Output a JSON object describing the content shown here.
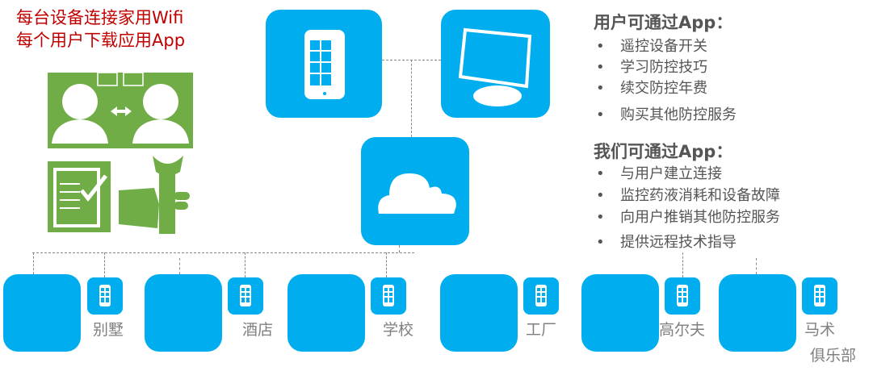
{
  "intro": {
    "line1": "每台设备连接家用Wifi",
    "line2": "每个用户下载应用App",
    "color": "#c00000"
  },
  "accent": "#00aeef",
  "green": "#70ad47",
  "user_section": {
    "title": "用户可通过App：",
    "items": [
      "遥控设备开关",
      "学习防控技巧",
      "续交防控年费",
      "购买其他防控服务"
    ]
  },
  "our_section": {
    "title": "我们可通过App：",
    "items": [
      "与用户建立连接",
      "监控药液消耗和设备故障",
      "向用户推销其他防控服务",
      "提供远程技术指导"
    ]
  },
  "venues": [
    {
      "label": "别墅"
    },
    {
      "label": "酒店"
    },
    {
      "label": "学校"
    },
    {
      "label": "工厂"
    },
    {
      "label": "高尔夫"
    },
    {
      "label": "马术",
      "label2": "俱乐部"
    }
  ]
}
